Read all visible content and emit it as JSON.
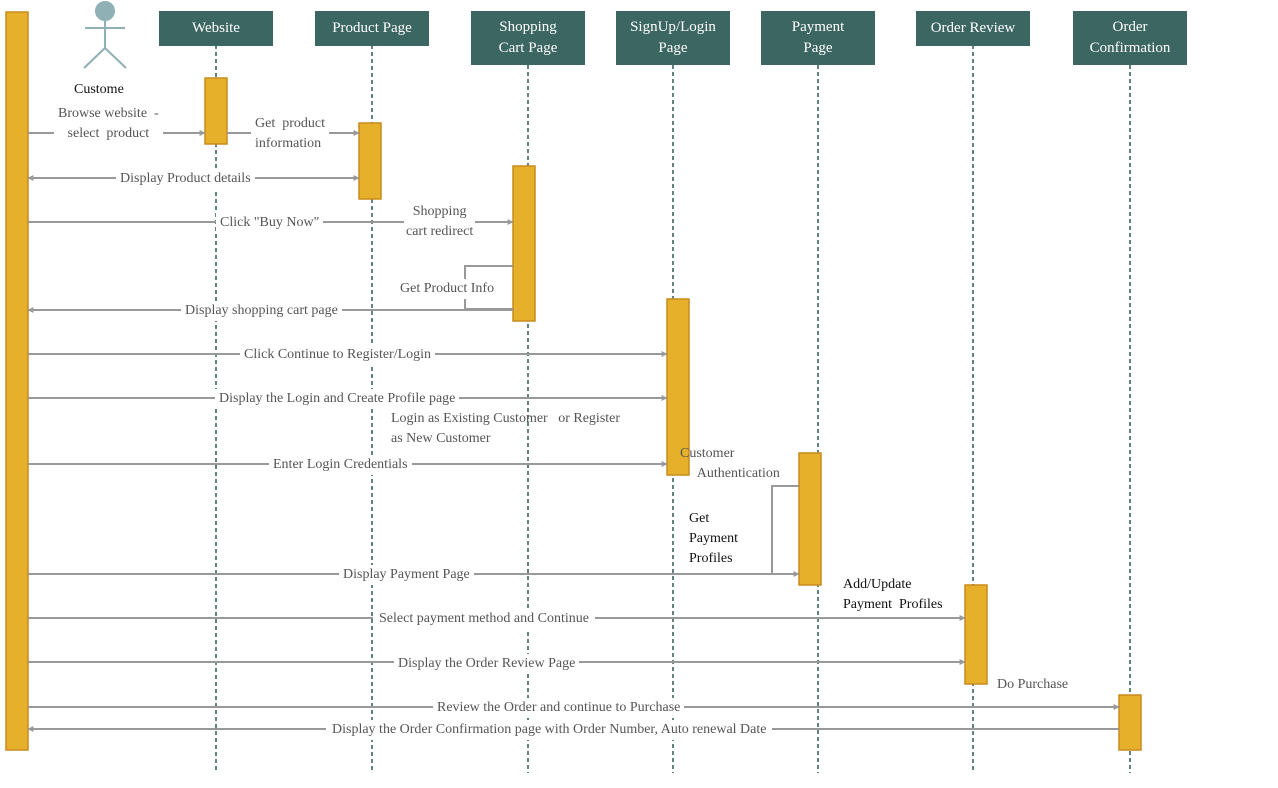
{
  "diagram": {
    "actor": {
      "label": "Custome"
    },
    "lifelines": [
      {
        "id": "website",
        "label": "Website"
      },
      {
        "id": "product",
        "label": "Product Page"
      },
      {
        "id": "cart",
        "label": "Shopping\nCart Page"
      },
      {
        "id": "login",
        "label": "SignUp/Login\nPage"
      },
      {
        "id": "payment",
        "label": "Payment\nPage"
      },
      {
        "id": "review",
        "label": "Order Review"
      },
      {
        "id": "confirm",
        "label": "Order\nConfirmation"
      }
    ],
    "messages": [
      {
        "id": "m1",
        "text": "Browse website  -\nselect  product"
      },
      {
        "id": "m2",
        "text": "Get  product\ninformation"
      },
      {
        "id": "m3",
        "text": "Display Product  details"
      },
      {
        "id": "m4",
        "text": "Click \"Buy Now\""
      },
      {
        "id": "m5",
        "text": "Shopping\ncart redirect"
      },
      {
        "id": "m6",
        "text": "Get  Product  Info"
      },
      {
        "id": "m7",
        "text": "Display shopping  cart page"
      },
      {
        "id": "m8",
        "text": "Click Continue  to  Register/Login"
      },
      {
        "id": "m9",
        "text": "Display the  Login and Create  Profile page"
      },
      {
        "id": "m10",
        "text": "Login as Existing Customer   or Register\nas New Customer"
      },
      {
        "id": "m11",
        "text": "Enter  Login Credentials"
      },
      {
        "id": "m12",
        "text": "Customer\n     Authentication"
      },
      {
        "id": "m13",
        "text": "Get\nPayment\nProfiles"
      },
      {
        "id": "m14",
        "text": "Display Payment  Page"
      },
      {
        "id": "m15",
        "text": "Add/Update\nPayment  Profiles"
      },
      {
        "id": "m16",
        "text": "Select  payment   method  and Continue"
      },
      {
        "id": "m17",
        "text": "Display  the  Order  Review Page"
      },
      {
        "id": "m18",
        "text": "Do Purchase"
      },
      {
        "id": "m19",
        "text": "Review  the  Order  and continue  to  Purchase"
      },
      {
        "id": "m20",
        "text": "Display  the  Order  Confirmation  page with Order  Number,  Auto renewal  Date"
      }
    ],
    "colors": {
      "header_fill": "#3b6662",
      "activation_fill": "#e6b02a",
      "activation_stroke": "#c98b1f",
      "lifeline": "#3b6662",
      "arrow": "#999999",
      "actor": "#8fb0b5"
    }
  }
}
